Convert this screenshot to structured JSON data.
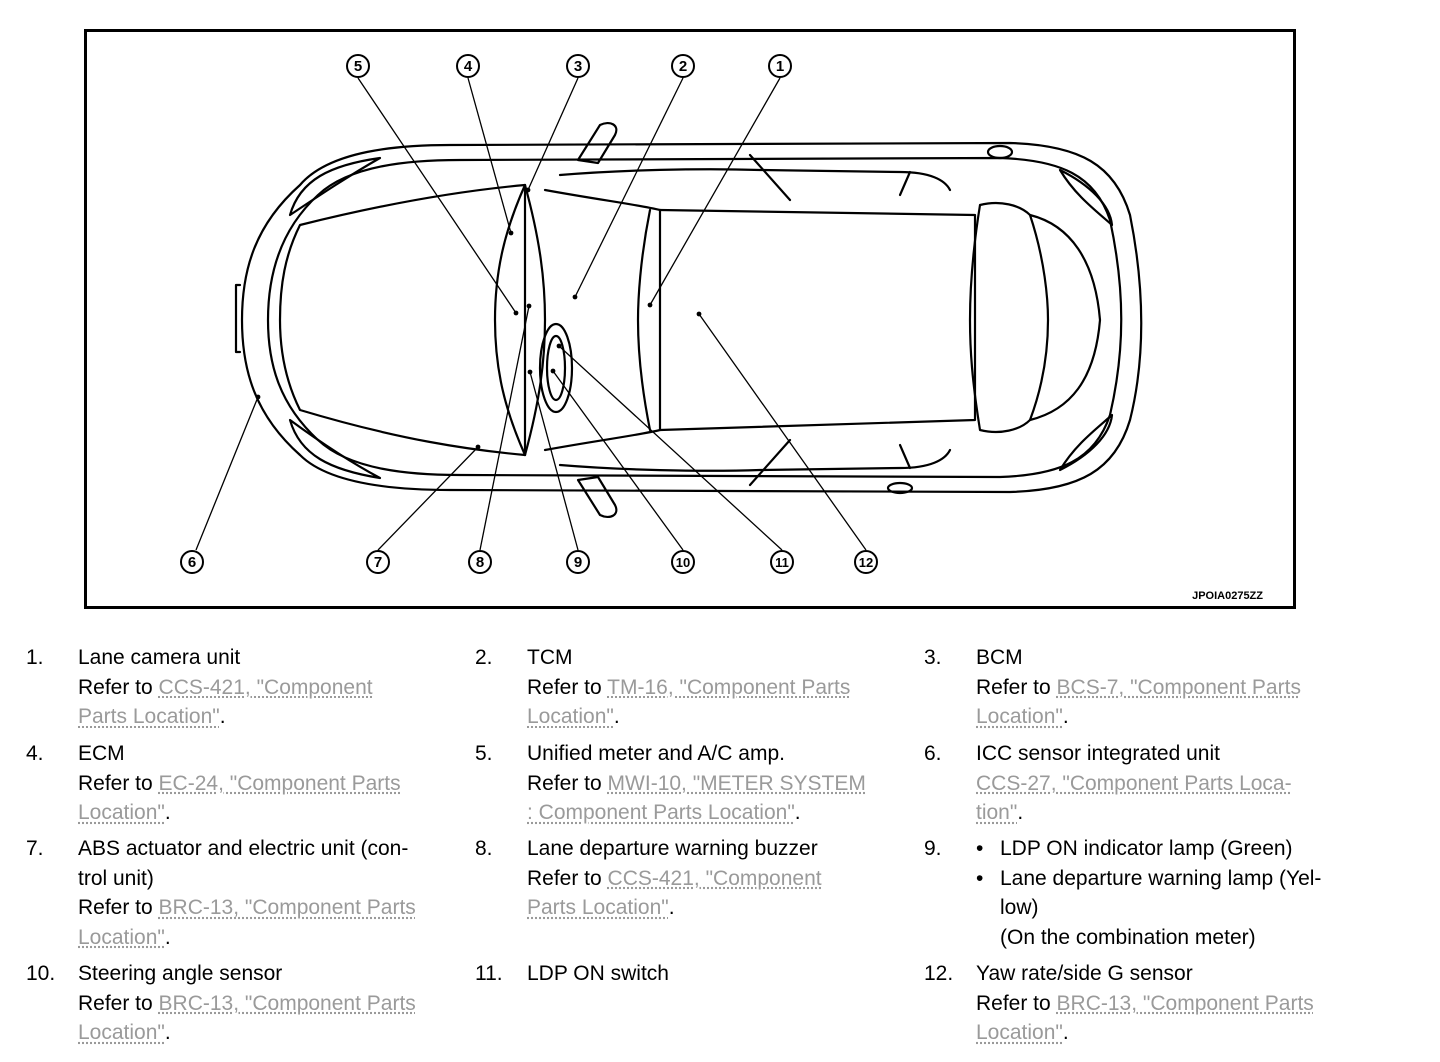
{
  "figure": {
    "id_label": "JPOIA0275ZZ",
    "callouts": [
      "1",
      "2",
      "3",
      "4",
      "5",
      "6",
      "7",
      "8",
      "9",
      "10",
      "11",
      "12"
    ]
  },
  "legend": [
    {
      "num": "1.",
      "title": "Lane camera unit",
      "ref_prefix": "Refer to ",
      "ref_line1": "CCS-421, \"Component",
      "ref_line2": "Parts Location\"",
      "suffix": "."
    },
    {
      "num": "2.",
      "title": "TCM",
      "ref_prefix": "Refer to ",
      "ref_line1": "TM-16, \"Component Parts",
      "ref_line2": "Location\"",
      "suffix": "."
    },
    {
      "num": "3.",
      "title": "BCM",
      "ref_prefix": "Refer to ",
      "ref_line1": "BCS-7, \"Component Parts",
      "ref_line2": "Location\"",
      "suffix": "."
    },
    {
      "num": "4.",
      "title": "ECM",
      "ref_prefix": "Refer to ",
      "ref_line1": "EC-24, \"Component Parts",
      "ref_line2": "Location\"",
      "suffix": "."
    },
    {
      "num": "5.",
      "title": "Unified meter and A/C amp.",
      "ref_prefix": "Refer to ",
      "ref_line1": "MWI-10, \"METER SYSTEM",
      "ref_line2": ": Component Parts Location\"",
      "suffix": "."
    },
    {
      "num": "6.",
      "title": "ICC sensor integrated unit",
      "ref_line1": "CCS-27, \"Component Parts Loca-",
      "ref_line2": "tion\"",
      "suffix": "."
    },
    {
      "num": "7.",
      "title_line1": "ABS actuator and electric unit (con-",
      "title_line2": "trol unit)",
      "ref_prefix": "Refer to ",
      "ref_line1": "BRC-13, \"Component Parts",
      "ref_line2": "Location\"",
      "suffix": "."
    },
    {
      "num": "8.",
      "title": "Lane departure warning buzzer",
      "ref_prefix": "Refer to ",
      "ref_line1": "CCS-421, \"Component",
      "ref_line2": "Parts Location\"",
      "suffix": "."
    },
    {
      "num": "9.",
      "bullet": "•",
      "bullet1": "LDP ON indicator lamp (Green)",
      "bullet2_line1": "Lane departure warning lamp (Yel-",
      "bullet2_line2": "low)",
      "note": "(On the combination meter)"
    },
    {
      "num": "10.",
      "title": "Steering angle sensor",
      "ref_prefix": "Refer to ",
      "ref_line1": "BRC-13, \"Component Parts",
      "ref_line2": "Location\"",
      "suffix": "."
    },
    {
      "num": "11.",
      "title": "LDP ON switch"
    },
    {
      "num": "12.",
      "title": "Yaw rate/side G sensor",
      "ref_prefix": "Refer to ",
      "ref_line1": "BRC-13, \"Component Parts",
      "ref_line2": "Location\"",
      "suffix": "."
    }
  ]
}
